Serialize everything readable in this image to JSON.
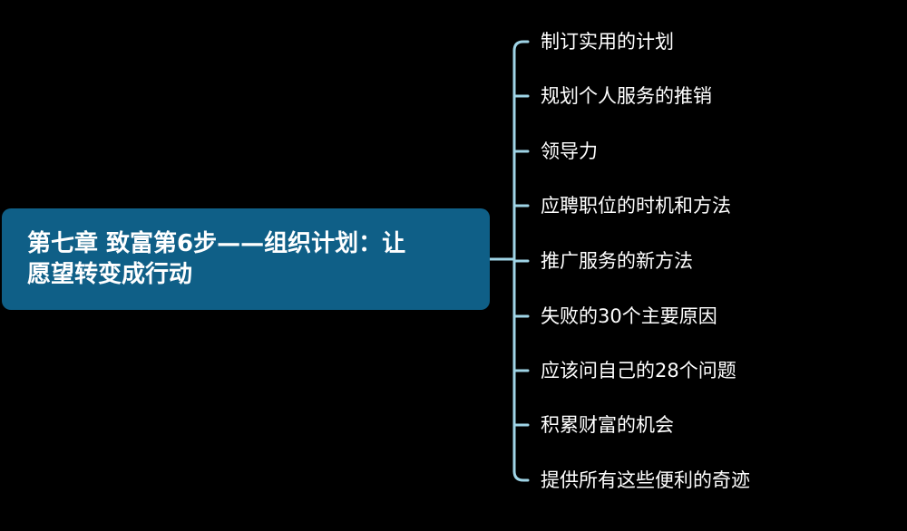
{
  "colors": {
    "background": "#000000",
    "root_fill": "#0f5f87",
    "connector": "#9fd4e6",
    "text": "#ffffff"
  },
  "root": {
    "line1": "第七章 致富第6步——组织计划：让",
    "line2": "愿望转变成行动"
  },
  "branches": [
    {
      "label": "制订实用的计划"
    },
    {
      "label": "规划个人服务的推销"
    },
    {
      "label": "领导力"
    },
    {
      "label": "应聘职位的时机和方法"
    },
    {
      "label": "推广服务的新方法"
    },
    {
      "label": "失败的30个主要原因"
    },
    {
      "label": "应该问自己的28个问题"
    },
    {
      "label": "积累财富的机会"
    },
    {
      "label": "提供所有这些便利的奇迹"
    }
  ]
}
